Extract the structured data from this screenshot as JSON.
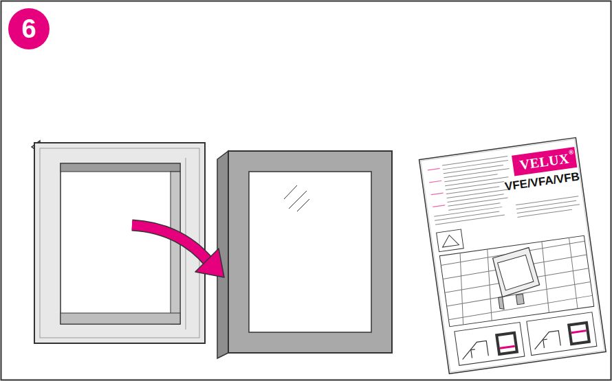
{
  "diagram": {
    "nodes": [
      {
        "text": [
          "6"
        ]
      },
      {
        "text": [
          "VELUX"
        ]
      }
    ],
    "labels": [
      "®",
      "VFE/VFA/VFB"
    ]
  }
}
